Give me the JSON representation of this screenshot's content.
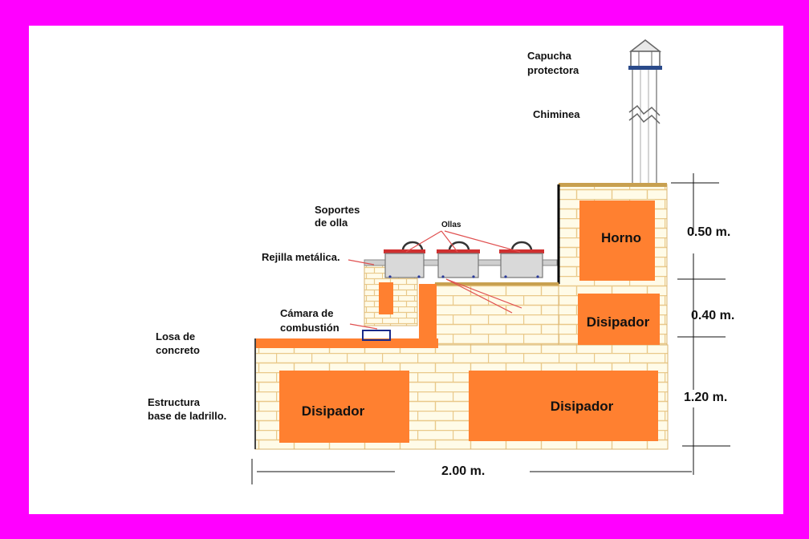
{
  "colors": {
    "frame": "#ff00ff",
    "background": "#ffffff",
    "brick_fill": "#fffbe8",
    "brick_line": "#e9c98a",
    "orange": "#ff8030",
    "leader": "#e05050",
    "pot_body": "#d9d9d9",
    "pot_lid": "#d03030",
    "plate_top": "#c8a050"
  },
  "labels": {
    "capucha_1": "Capucha",
    "capucha_2": "protectora",
    "chiminea": "Chiminea",
    "soportes_1": "Soportes",
    "soportes_2": "de olla",
    "ollas": "Ollas",
    "rejilla": "Rejilla metálica.",
    "camara_1": "Cámara de",
    "camara_2": "combustión",
    "losa_1": "Losa de",
    "losa_2": "concreto",
    "estructura_1": "Estructura",
    "estructura_2": "base de ladrillo."
  },
  "blocks": {
    "horno": "Horno",
    "disipador_upper": "Disipador",
    "disipador_left": "Disipador",
    "disipador_right": "Disipador"
  },
  "dimensions": {
    "d1": "0.50 m.",
    "d2": "0.40 m.",
    "d3": "1.20 m.",
    "width": "2.00 m."
  }
}
